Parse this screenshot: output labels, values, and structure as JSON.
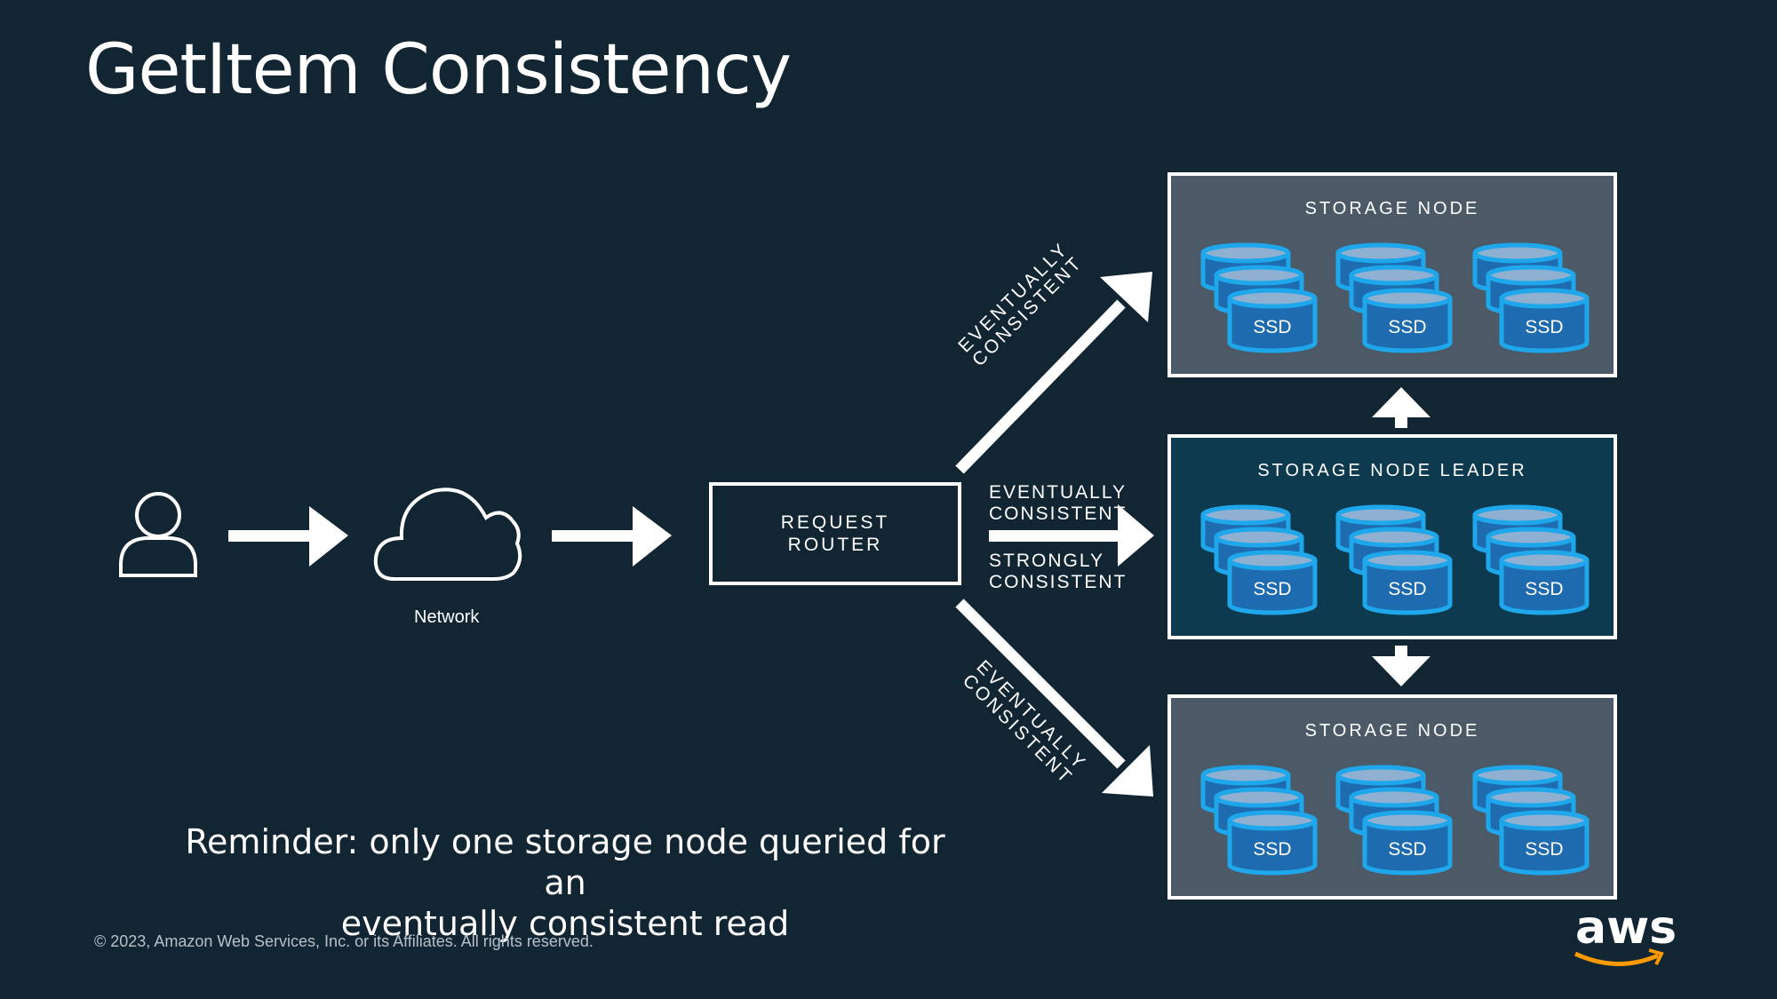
{
  "title": "GetItem Consistency",
  "network_label": "Network",
  "router": {
    "line1": "REQUEST",
    "line2": "ROUTER"
  },
  "arrows": {
    "top": {
      "line1": "EVENTUALLY",
      "line2": "CONSISTENT"
    },
    "middle_old": {
      "line1": "EVENTUALLY",
      "line2": "CONSISTENT"
    },
    "middle_new": {
      "line1": "STRONGLY",
      "line2": "CONSISTENT"
    },
    "bottom": {
      "line1": "EVENTUALLY",
      "line2": "CONSISTENT"
    }
  },
  "nodes": [
    {
      "title": "STORAGE NODE",
      "ssd": [
        "SSD",
        "SSD",
        "SSD"
      ]
    },
    {
      "title": "STORAGE NODE LEADER",
      "ssd": [
        "SSD",
        "SSD",
        "SSD"
      ]
    },
    {
      "title": "STORAGE NODE",
      "ssd": [
        "SSD",
        "SSD",
        "SSD"
      ]
    }
  ],
  "reminder": {
    "line1": "Reminder: only one storage node queried for an",
    "line2": "eventually consistent read"
  },
  "copyright": "© 2023, Amazon Web Services, Inc. or its Affiliates. All rights reserved.",
  "logo": "aws",
  "colors": {
    "background": "#122533",
    "node": "#4b5a66",
    "leader": "#0e3a4f",
    "ssd_fill": "#1f6bb0",
    "ssd_outline": "#1ea7ea",
    "aws_smile": "#f90"
  }
}
